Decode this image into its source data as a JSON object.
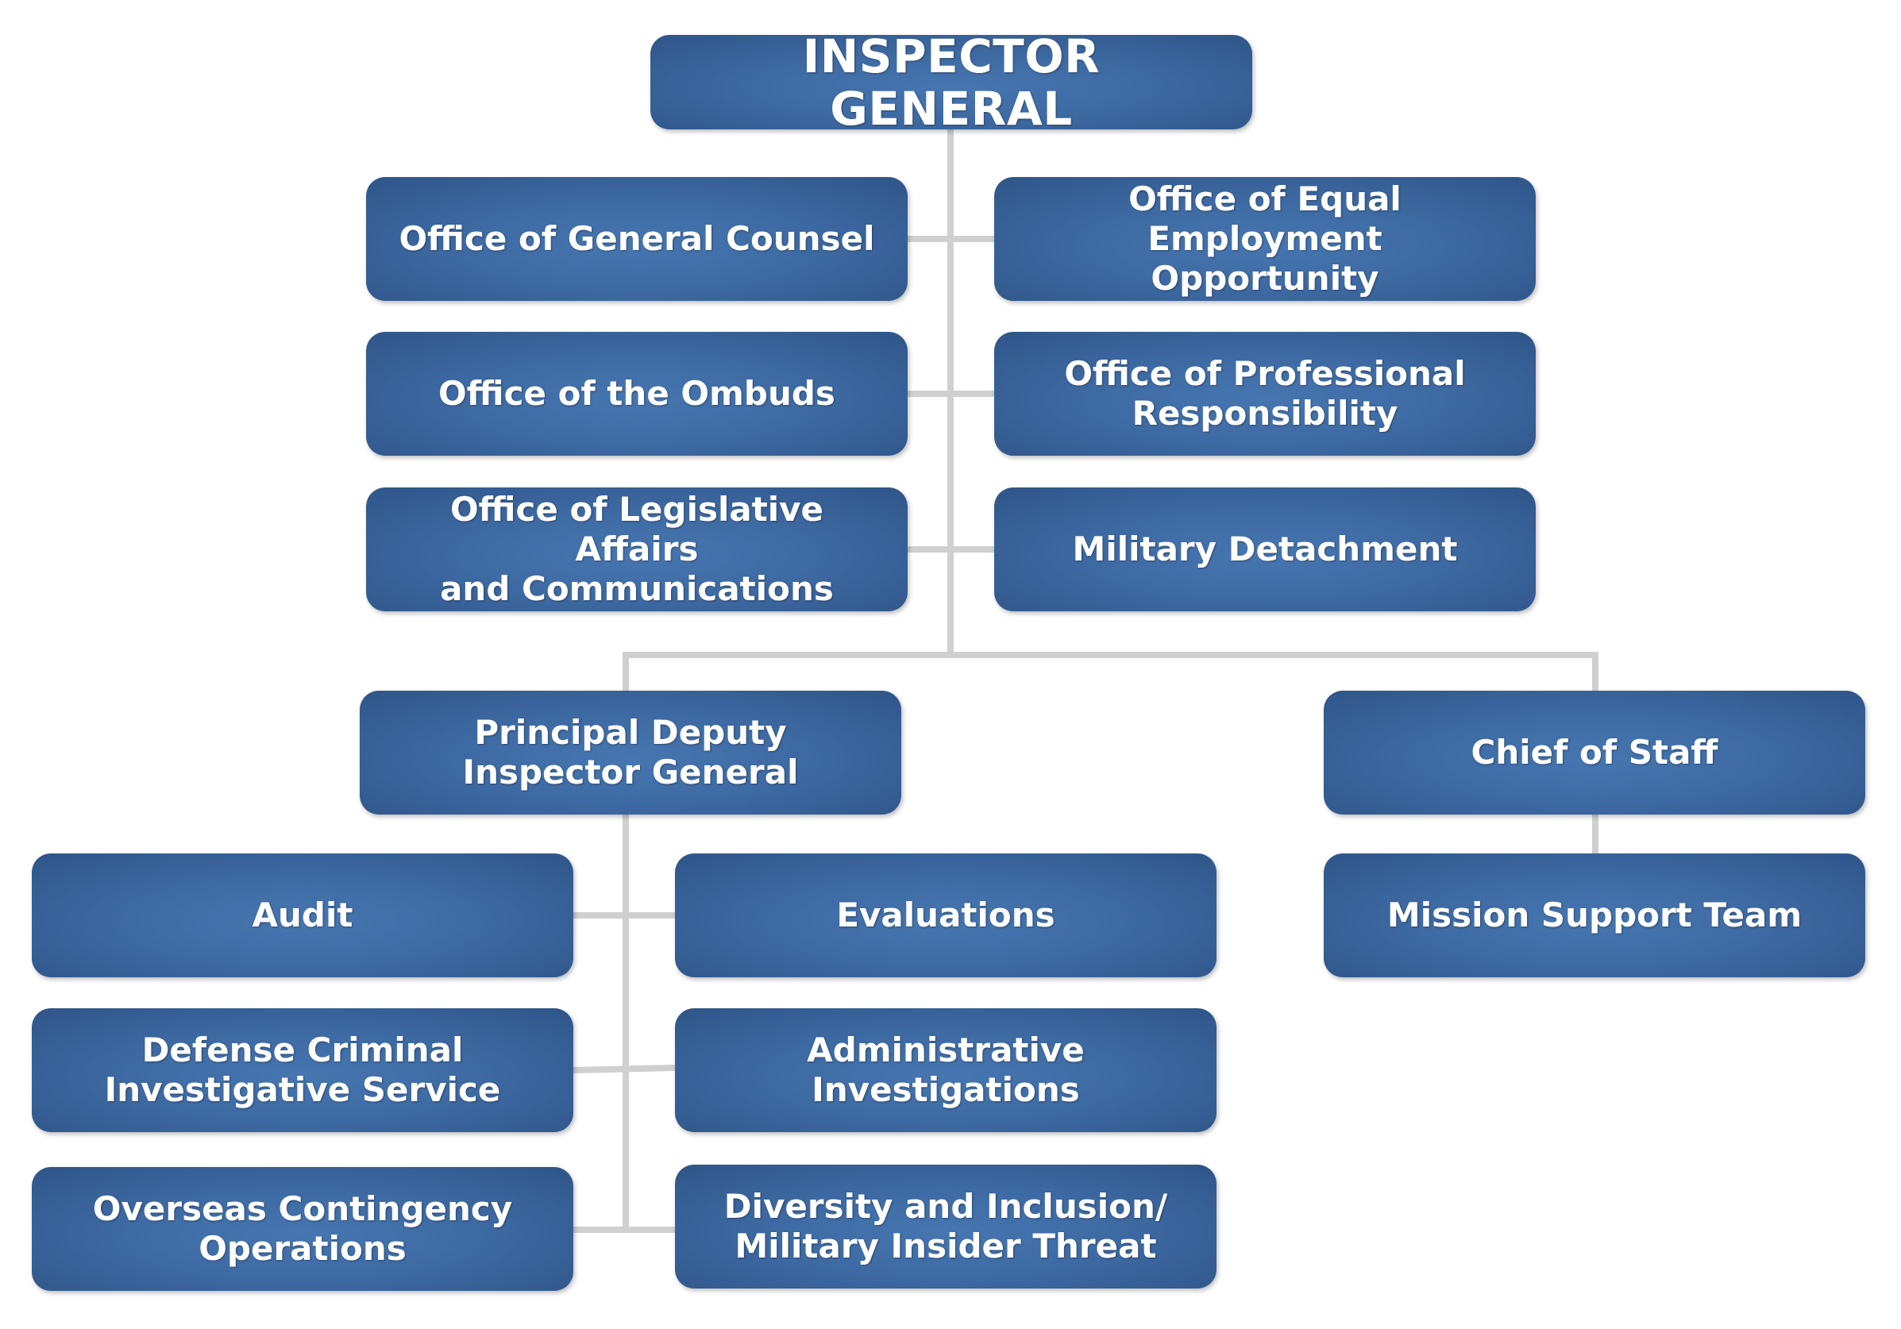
{
  "top": "INSPECTOR GENERAL",
  "staff_left": [
    "Office of General Counsel",
    "Office of the Ombuds",
    "Office of Legislative Affairs\nand Communications"
  ],
  "staff_right": [
    "Office of Equal Employment\nOpportunity",
    "Office of Professional\nResponsibility",
    "Military Detachment"
  ],
  "pdig": "Principal Deputy\nInspector General",
  "chief_of_staff": "Chief of Staff",
  "pdig_left": [
    "Audit",
    "Defense Criminal\nInvestigative Service",
    "Overseas Contingency\nOperations"
  ],
  "pdig_right": [
    "Evaluations",
    "Administrative\nInvestigations",
    "Diversity and Inclusion/\nMilitary Insider Threat"
  ],
  "cos_child": "Mission Support Team",
  "colors": {
    "box_fill": "#3e6aa3",
    "box_edge": "#2f5588",
    "text": "#ffffff",
    "connector": "#d0d0d0"
  }
}
